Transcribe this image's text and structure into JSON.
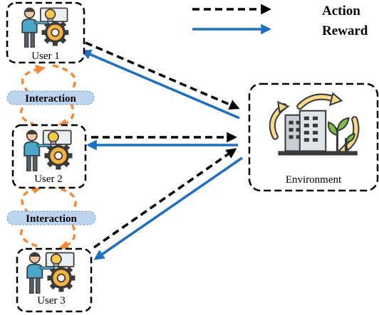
{
  "legend": {
    "action_label": "Action",
    "reward_label": "Reward"
  },
  "users": [
    {
      "label": "User 1"
    },
    {
      "label": "User 2"
    },
    {
      "label": "User 3"
    }
  ],
  "interactions": [
    {
      "label": "Interaction"
    },
    {
      "label": "Interaction"
    }
  ],
  "environment": {
    "label": "Environment"
  },
  "colors": {
    "action": "#000000",
    "reward": "#1f6fc0",
    "interaction_arrow": "#f08a3c",
    "interaction_pill": "#bcd4ee"
  },
  "icons": {
    "user": "person-with-lightbulb-and-gear-icon",
    "environment": "buildings-plants-cycle-icon"
  }
}
